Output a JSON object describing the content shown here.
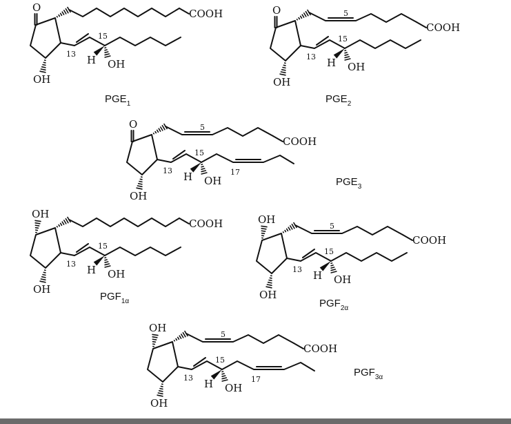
{
  "labels": {
    "oxo": "O",
    "hydroxyl": "OH",
    "hydrogen": "H",
    "carboxyl": "COOH",
    "c5": "5",
    "c13": "13",
    "c15": "15",
    "c17": "17"
  },
  "molecules": [
    {
      "id": "pge1",
      "name": "PGE",
      "subscript": "1",
      "ring": "E",
      "alpha_chain": "saturated",
      "omega_chain": "saturated"
    },
    {
      "id": "pge2",
      "name": "PGE",
      "subscript": "2",
      "ring": "E",
      "alpha_chain": "cis-5",
      "omega_chain": "saturated"
    },
    {
      "id": "pge3",
      "name": "PGE",
      "subscript": "3",
      "ring": "E",
      "alpha_chain": "cis-5",
      "omega_chain": "cis-17"
    },
    {
      "id": "pgf1a",
      "name": "PGF",
      "subscript": "1α",
      "ring": "F",
      "alpha_chain": "saturated",
      "omega_chain": "saturated"
    },
    {
      "id": "pgf2a",
      "name": "PGF",
      "subscript": "2α",
      "ring": "F",
      "alpha_chain": "cis-5",
      "omega_chain": "saturated"
    },
    {
      "id": "pgf3a",
      "name": "PGF",
      "subscript": "3α",
      "ring": "F",
      "alpha_chain": "cis-5",
      "omega_chain": "cis-17"
    }
  ],
  "colors": {
    "ink": "#111111",
    "background": "#ffffff",
    "bottom_rule": "#6b6b6b"
  }
}
